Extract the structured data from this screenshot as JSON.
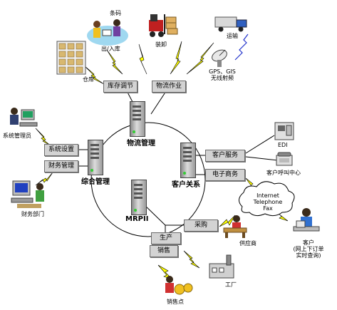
{
  "nodes": {
    "logistics_mgmt": "物流管理",
    "integrated_mgmt": "综合管理",
    "customer_relations": "客户关系",
    "mrpii": "MRPII"
  },
  "modules": {
    "inventory_adjust": "库存调节",
    "logistics_ops": "物流作业",
    "system_settings": "系统设置",
    "finance_mgmt": "财务管理",
    "customer_service": "客户服务",
    "e_commerce": "电子商务",
    "purchasing": "采购",
    "production": "生产",
    "sales": "销售"
  },
  "endpoints": {
    "barcode": "条码",
    "in_out": "出/入库",
    "load_unload": "装卸",
    "transport": "运输",
    "gps_gis": "GPS、GIS",
    "wireless": "无线射频",
    "warehouse": "仓库",
    "sys_admin": "系统管理员",
    "finance_dept": "财务部门",
    "edi": "EDI",
    "call_center": "客户呼叫中心",
    "supplier": "供应商",
    "factory": "工厂",
    "sales_point": "销售点",
    "customer_line1": "客户",
    "customer_line2": "(网上下订单",
    "customer_line3": "实时查询)"
  },
  "cloud": {
    "line1": "Internet",
    "line2": "Telephone",
    "line3": "Fax"
  }
}
